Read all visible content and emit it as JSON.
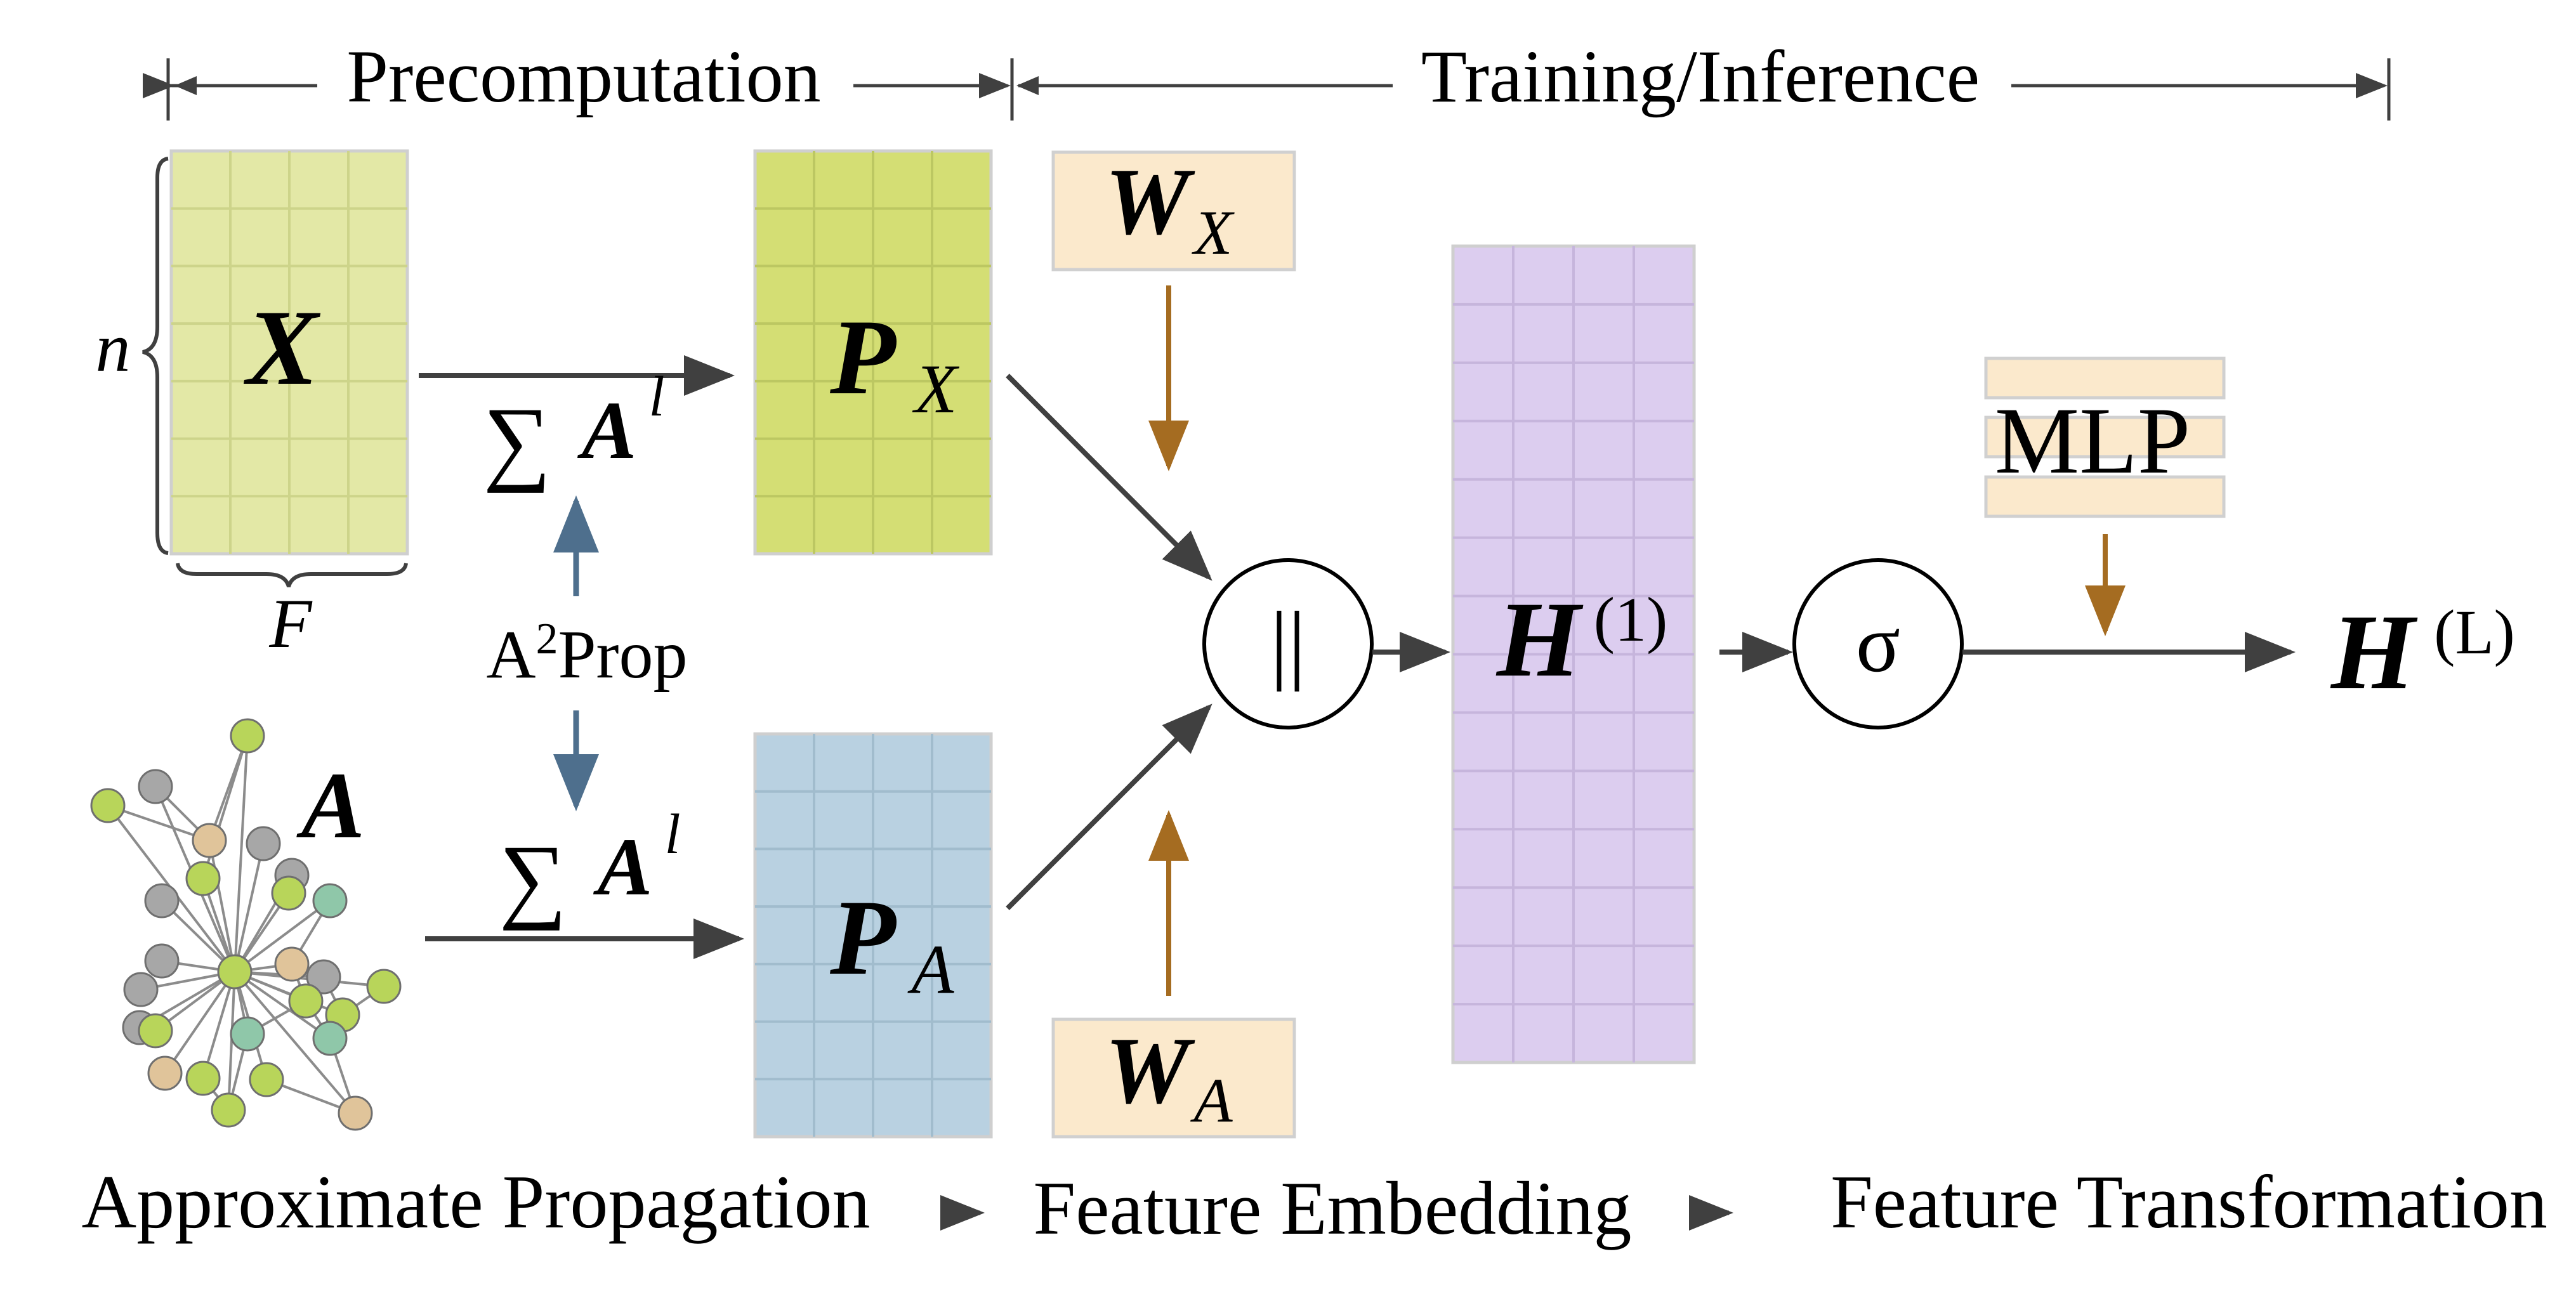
{
  "header": {
    "precomputation": "Precomputation",
    "training": "Training/Inference"
  },
  "matrices": {
    "x": {
      "symbol": "X",
      "rows_label": "n",
      "cols_label": "F",
      "fill": "#e3e8a6",
      "grid": "#cdd48a"
    },
    "px": {
      "symbol": "P",
      "subscript": "X",
      "fill": "#d4de74",
      "grid": "#bcc762"
    },
    "pa": {
      "symbol": "P",
      "subscript": "A",
      "fill": "#b9d1e1",
      "grid": "#a1bccd"
    },
    "h1": {
      "symbol": "H",
      "superscript": "(1)",
      "fill": "#dccdef",
      "grid": "#c6b5dc"
    }
  },
  "graph": {
    "symbol": "A"
  },
  "sums": {
    "top": {
      "operator": "∑",
      "symbol": "A",
      "superscript": "l"
    },
    "bottom": {
      "operator": "∑",
      "symbol": "A",
      "superscript": "l"
    }
  },
  "a2prop": {
    "base": "A",
    "superscript": "2",
    "rest": "Prop"
  },
  "weights": {
    "wx": {
      "symbol": "W",
      "subscript": "X",
      "fill": "#fbe9cc"
    },
    "wa": {
      "symbol": "W",
      "subscript": "A",
      "fill": "#fbe9cc"
    }
  },
  "ops": {
    "concat": "||",
    "sigma": "σ"
  },
  "mlp": {
    "label": "MLP",
    "fill": "#fbe9cc"
  },
  "output": {
    "symbol": "H",
    "superscript": "(L)"
  },
  "stages": {
    "s1": "Approximate Propagation",
    "s2": "Feature Embedding",
    "s3": "Feature Transformation"
  },
  "colors": {
    "arrow": "#404040",
    "weight_arrow": "#a56c21",
    "prop_arrow": "#4e6f8d",
    "node_green": "#b8d55a",
    "node_tan": "#e0c49a",
    "node_gray": "#a7a7a7",
    "node_teal": "#8fc7a9"
  }
}
